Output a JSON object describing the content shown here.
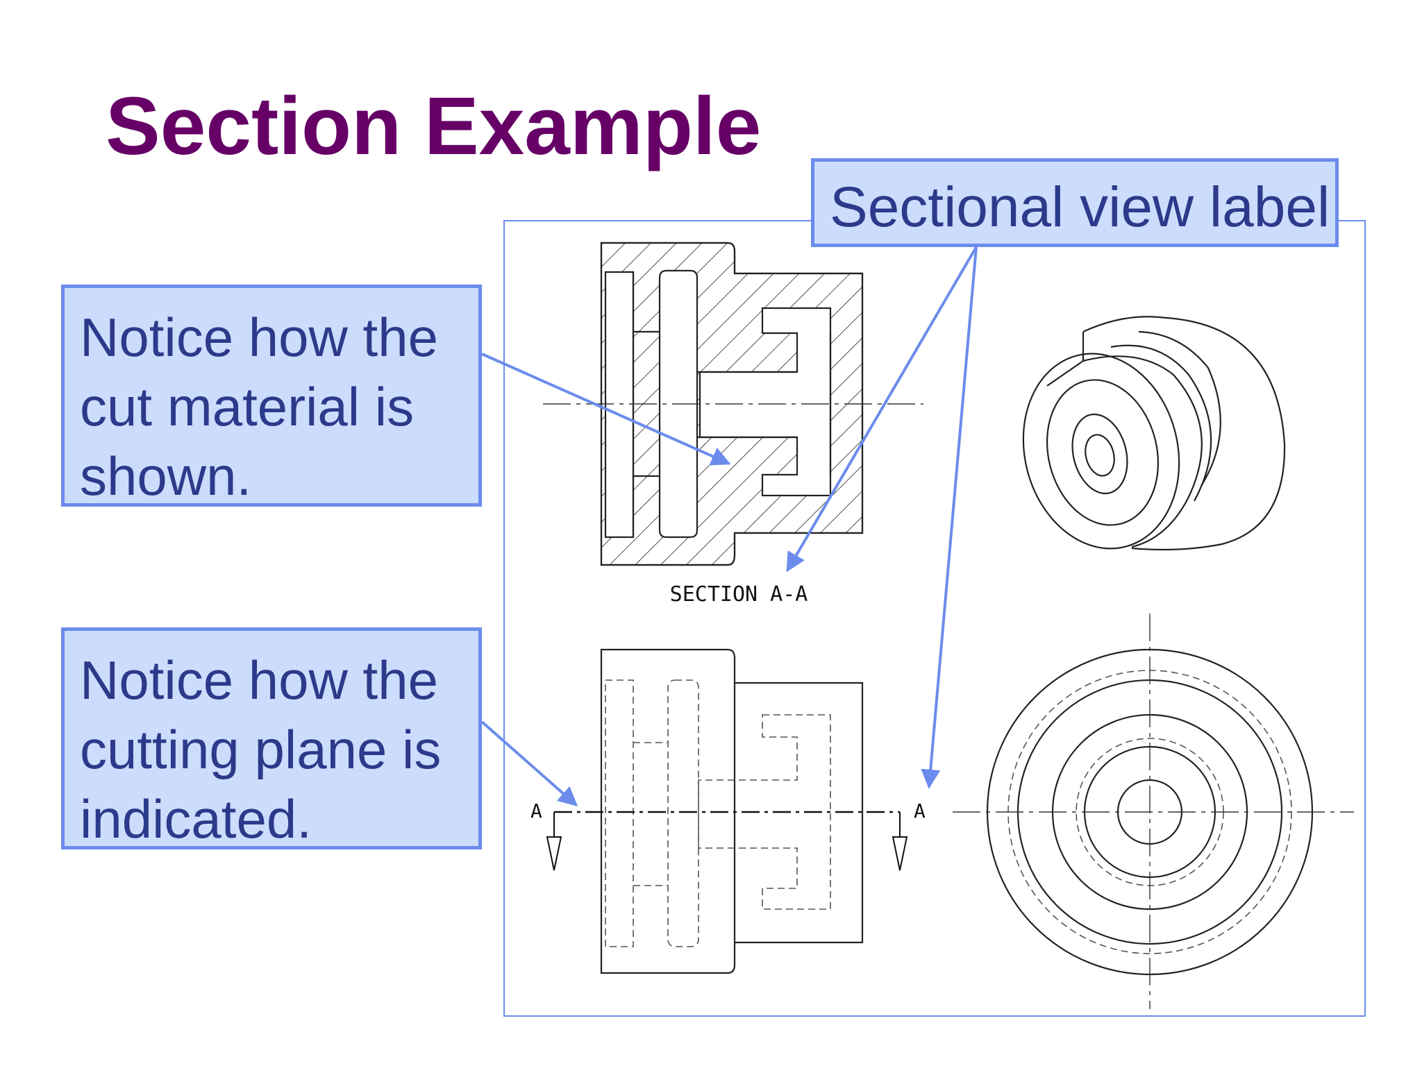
{
  "slide": {
    "title": "Section Example"
  },
  "callouts": {
    "cut_material": [
      "Notice how the",
      "cut material is",
      "shown."
    ],
    "cutting_plane": [
      "Notice how the",
      "cutting plane is",
      "indicated."
    ],
    "sectional_label": "Sectional view label"
  },
  "drawing": {
    "section_label": "SECTION A-A",
    "plane_label_left": "A",
    "plane_label_right": "A"
  },
  "colors": {
    "title": "#660066",
    "callout_fill": "#ccdcfc",
    "callout_border": "#6b8cec",
    "callout_text": "#2b3a8a",
    "arrow": "#6b8cec"
  }
}
